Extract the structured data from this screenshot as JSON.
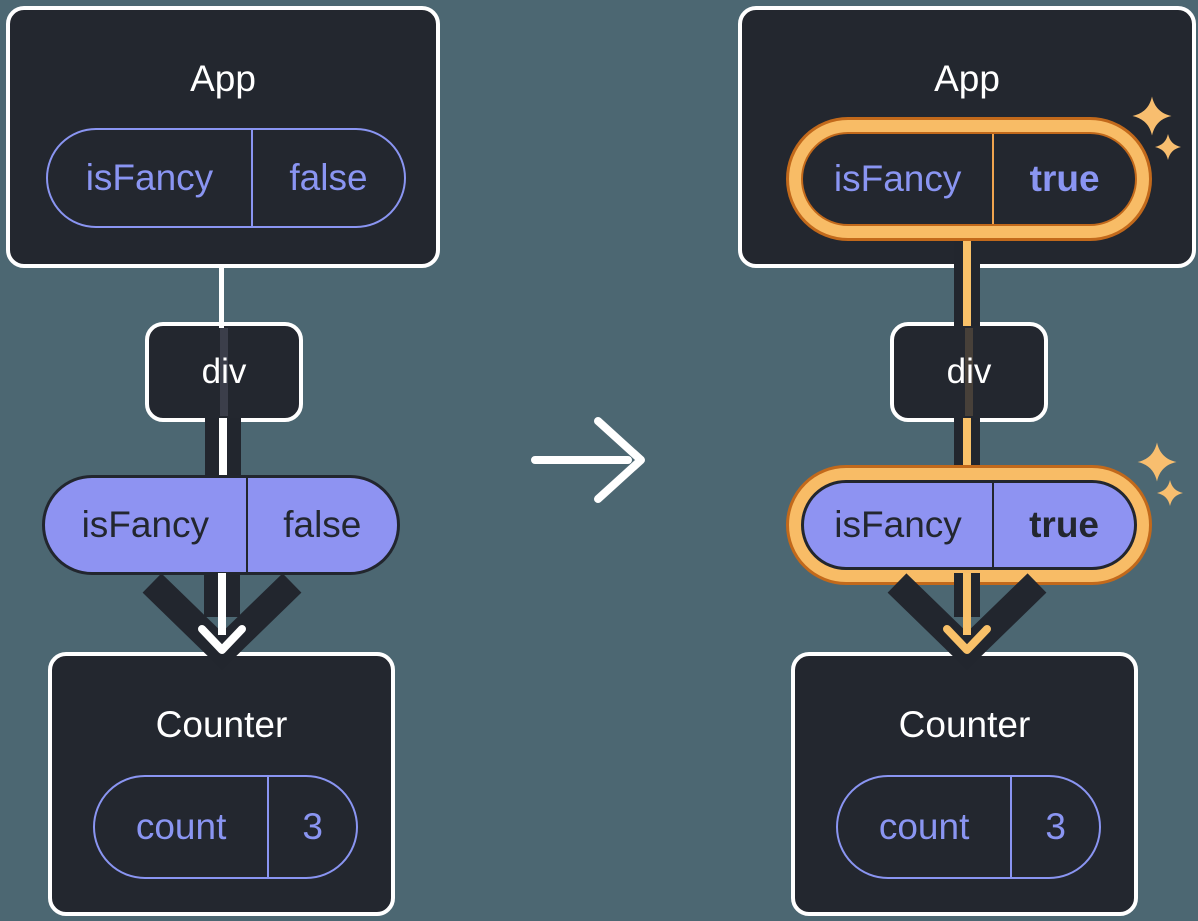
{
  "colors": {
    "background": "#4C6772",
    "card": "#23272F",
    "card_border": "#FFFFFF",
    "purple": "#8A95F2",
    "purple_fill": "#8E93F2",
    "dark_text": "#23272F",
    "dark_line": "#22262E",
    "white_line": "#FFFFFF",
    "orange_core": "#F9C169",
    "orange_band": "#F8BC66",
    "orange_border": "#C2691B",
    "orange_divider": "#EFA44F",
    "sparkle": "#F8BE6F",
    "ghost_left": "#3B3E4A",
    "ghost_right": "#474039"
  },
  "left": {
    "app_title": "App",
    "app_state": {
      "name": "isFancy",
      "value": "false"
    },
    "div_label": "div",
    "prop": {
      "name": "isFancy",
      "value": "false"
    },
    "counter_title": "Counter",
    "counter_state": {
      "name": "count",
      "value": "3"
    }
  },
  "right": {
    "app_title": "App",
    "app_state": {
      "name": "isFancy",
      "value": "true"
    },
    "div_label": "div",
    "prop": {
      "name": "isFancy",
      "value": "true"
    },
    "counter_title": "Counter",
    "counter_state": {
      "name": "count",
      "value": "3"
    }
  }
}
